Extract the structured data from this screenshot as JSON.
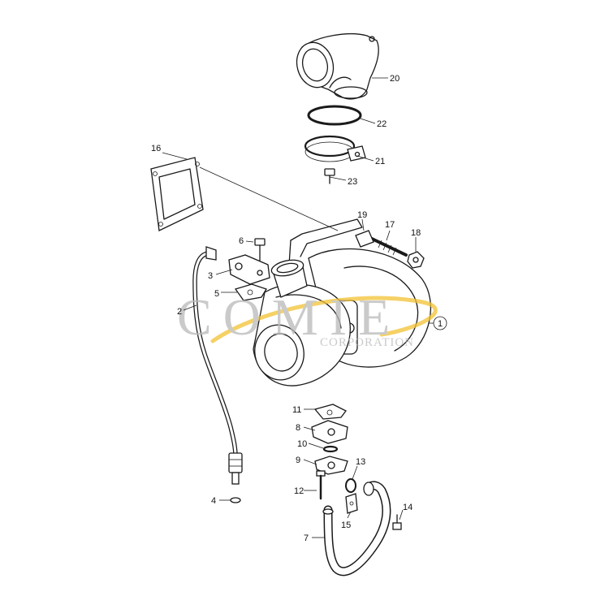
{
  "watermark": {
    "title": "COMIE",
    "subtitle": "CORPORATION",
    "gray": "#b9b9b9",
    "swoosh": "#f2c233"
  },
  "labels": [
    "1",
    "2",
    "3",
    "4",
    "5",
    "6",
    "7",
    "8",
    "9",
    "10",
    "11",
    "12",
    "13",
    "14",
    "15",
    "16",
    "17",
    "18",
    "19",
    "20",
    "21",
    "22",
    "23"
  ]
}
